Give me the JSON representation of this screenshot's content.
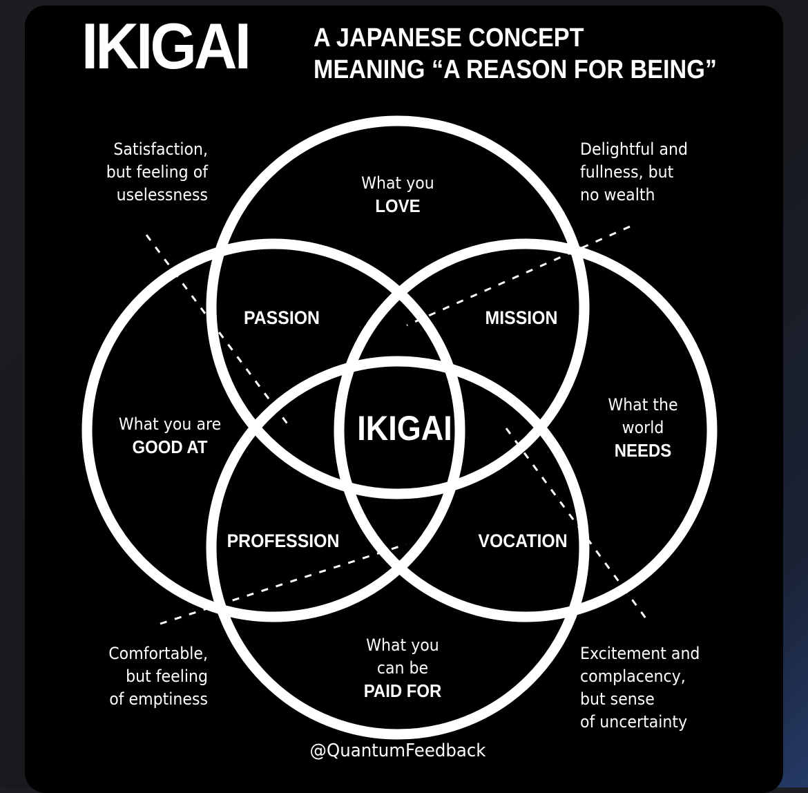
{
  "title": {
    "main": "IKIGAI",
    "subtitle_line1": "A JAPANESE CONCEPT",
    "subtitle_line2": "MEANING “A REASON FOR BEING”"
  },
  "circles": {
    "love": {
      "line1": "What you",
      "line2": "LOVE"
    },
    "good_at": {
      "line1": "What you are",
      "line2": "GOOD AT"
    },
    "world_needs": {
      "line1": "What the",
      "line2": "world",
      "line3": "NEEDS"
    },
    "paid_for": {
      "line1": "What you",
      "line2": "can be",
      "line3": "PAID FOR"
    }
  },
  "intersections": {
    "passion": "PASSION",
    "mission": "MISSION",
    "profession": "PROFESSION",
    "vocation": "VOCATION",
    "center": "IKIGAI"
  },
  "corners": {
    "top_left": {
      "line1": "Satisfaction,",
      "line2": "but feeling of",
      "line3": "uselessness"
    },
    "top_right": {
      "line1": "Delightful and",
      "line2": "fullness, but",
      "line3": "no wealth"
    },
    "bottom_left": {
      "line1": "Comfortable,",
      "line2": "but feeling",
      "line3": "of emptiness"
    },
    "bottom_right": {
      "line1": "Excitement and",
      "line2": "complacency,",
      "line3": "but sense",
      "line4": "of uncertainty"
    }
  },
  "credit": "@QuantumFeedback",
  "colors": {
    "background": "#000000",
    "foreground": "#ffffff"
  }
}
